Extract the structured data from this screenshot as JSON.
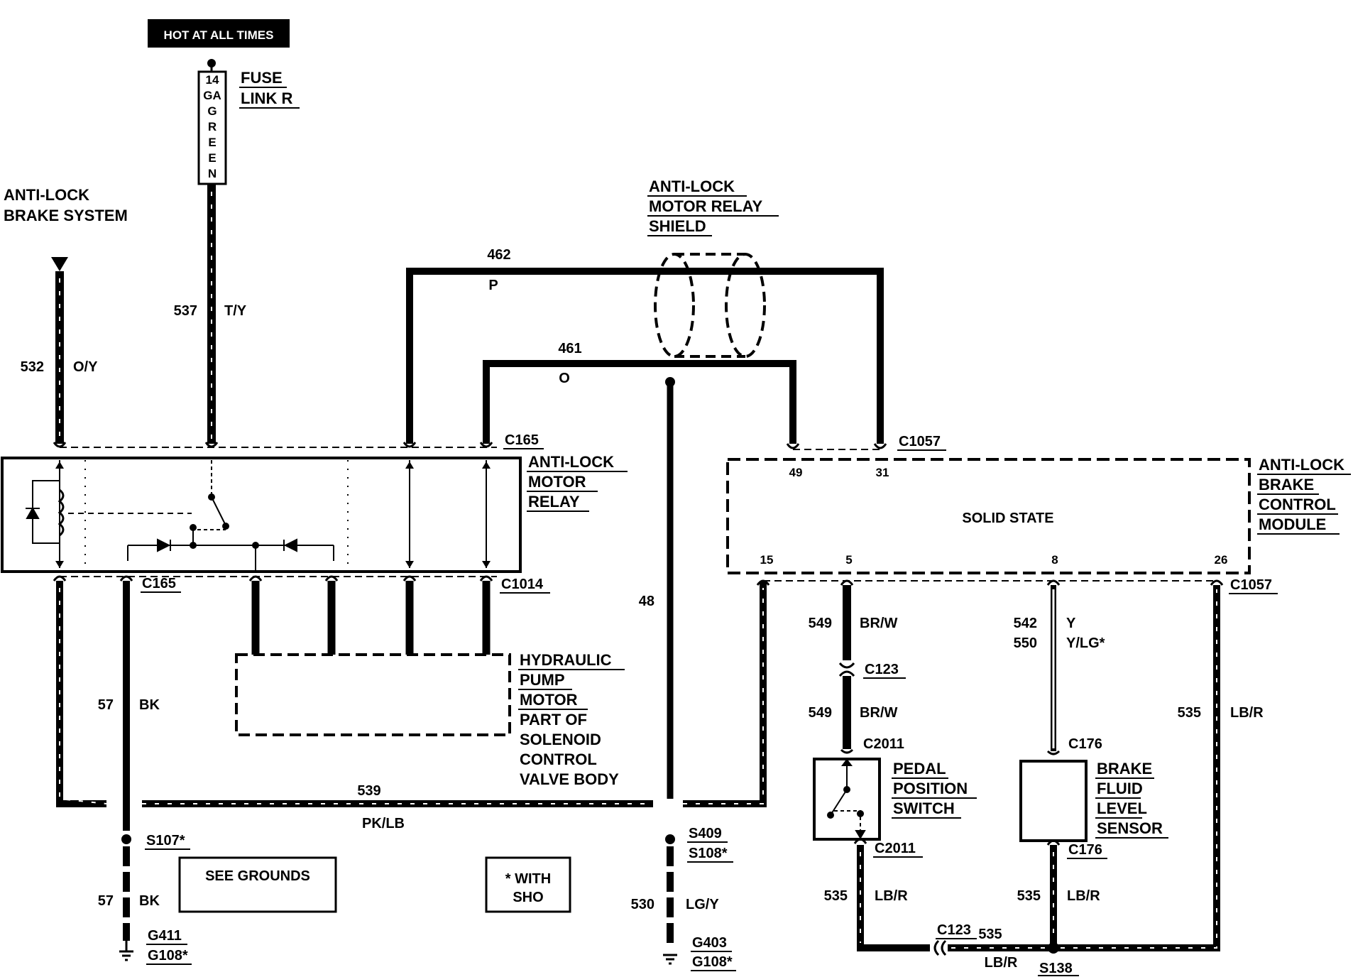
{
  "header_label": "HOT AT ALL TIMES",
  "fuse": {
    "text_chars": [
      "14",
      "GA",
      "G",
      "R",
      "E",
      "E",
      "N"
    ],
    "label_line1": "FUSE",
    "label_line2": "LINK R"
  },
  "abs_label": {
    "line1": "ANTI-LOCK",
    "line2": "BRAKE SYSTEM"
  },
  "shield_label": {
    "line1": "ANTI-LOCK",
    "line2": "MOTOR RELAY",
    "line3": "SHIELD"
  },
  "wires": {
    "w532": {
      "num": "532",
      "color": "O/Y"
    },
    "w537": {
      "num": "537",
      "color": "T/Y"
    },
    "w462": {
      "num": "462",
      "color": "P"
    },
    "w461": {
      "num": "461",
      "color": "O"
    },
    "w48": {
      "num": "48"
    },
    "w57a": {
      "num": "57",
      "color": "BK"
    },
    "w57b": {
      "num": "57",
      "color": "BK"
    },
    "w539": {
      "num": "539",
      "color": "PK/LB"
    },
    "w530": {
      "num": "530",
      "color": "LG/Y"
    },
    "w549a": {
      "num": "549",
      "color": "BR/W"
    },
    "w549b": {
      "num": "549",
      "color": "BR/W"
    },
    "w542": {
      "num": "542",
      "color": "Y"
    },
    "w550": {
      "num": "550",
      "color": "Y/LG*"
    },
    "w535a": {
      "num": "535",
      "color": "LB/R"
    },
    "w535b": {
      "num": "535",
      "color": "LB/R"
    },
    "w535c": {
      "num": "535",
      "color": "LB/R"
    },
    "w535d": {
      "num": "535",
      "color": "LB/R"
    }
  },
  "connectors": {
    "c165_top": "C165",
    "c165_bot": "C165",
    "c1014": "C1014",
    "c1057_top": "C1057",
    "c1057_bot": "C1057",
    "c123_a": "C123",
    "c123_b": "C123",
    "c2011_a": "C2011",
    "c2011_b": "C2011",
    "c176_a": "C176",
    "c176_b": "C176"
  },
  "relay_label": {
    "line1": "ANTI-LOCK",
    "line2": "MOTOR",
    "line3": "RELAY"
  },
  "pump_label": {
    "line1": "HYDRAULIC",
    "line2": "PUMP",
    "line3": "MOTOR",
    "line4": "PART OF",
    "line5": "SOLENOID",
    "line6": "CONTROL",
    "line7": "VALVE BODY"
  },
  "module": {
    "center": "SOLID STATE",
    "label_line1": "ANTI-LOCK",
    "label_line2": "BRAKE",
    "label_line3": "CONTROL",
    "label_line4": "MODULE",
    "pins": [
      "49",
      "31",
      "15",
      "5",
      "8",
      "26"
    ]
  },
  "splices": {
    "s107": "S107*",
    "s409": "S409",
    "s108": "S108*",
    "s138": "S138"
  },
  "grounds": {
    "g411": "G411",
    "g108a": "G108*",
    "g403": "G403",
    "g108b": "G108*"
  },
  "boxes": {
    "see_grounds": "SEE GROUNDS",
    "with_sho_line1": "* WITH",
    "with_sho_line2": "SHO"
  },
  "pedal_label": {
    "line1": "PEDAL",
    "line2": "POSITION",
    "line3": "SWITCH"
  },
  "sensor_label": {
    "line1": "BRAKE",
    "line2": "FLUID",
    "line3": "LEVEL",
    "line4": "SENSOR"
  }
}
